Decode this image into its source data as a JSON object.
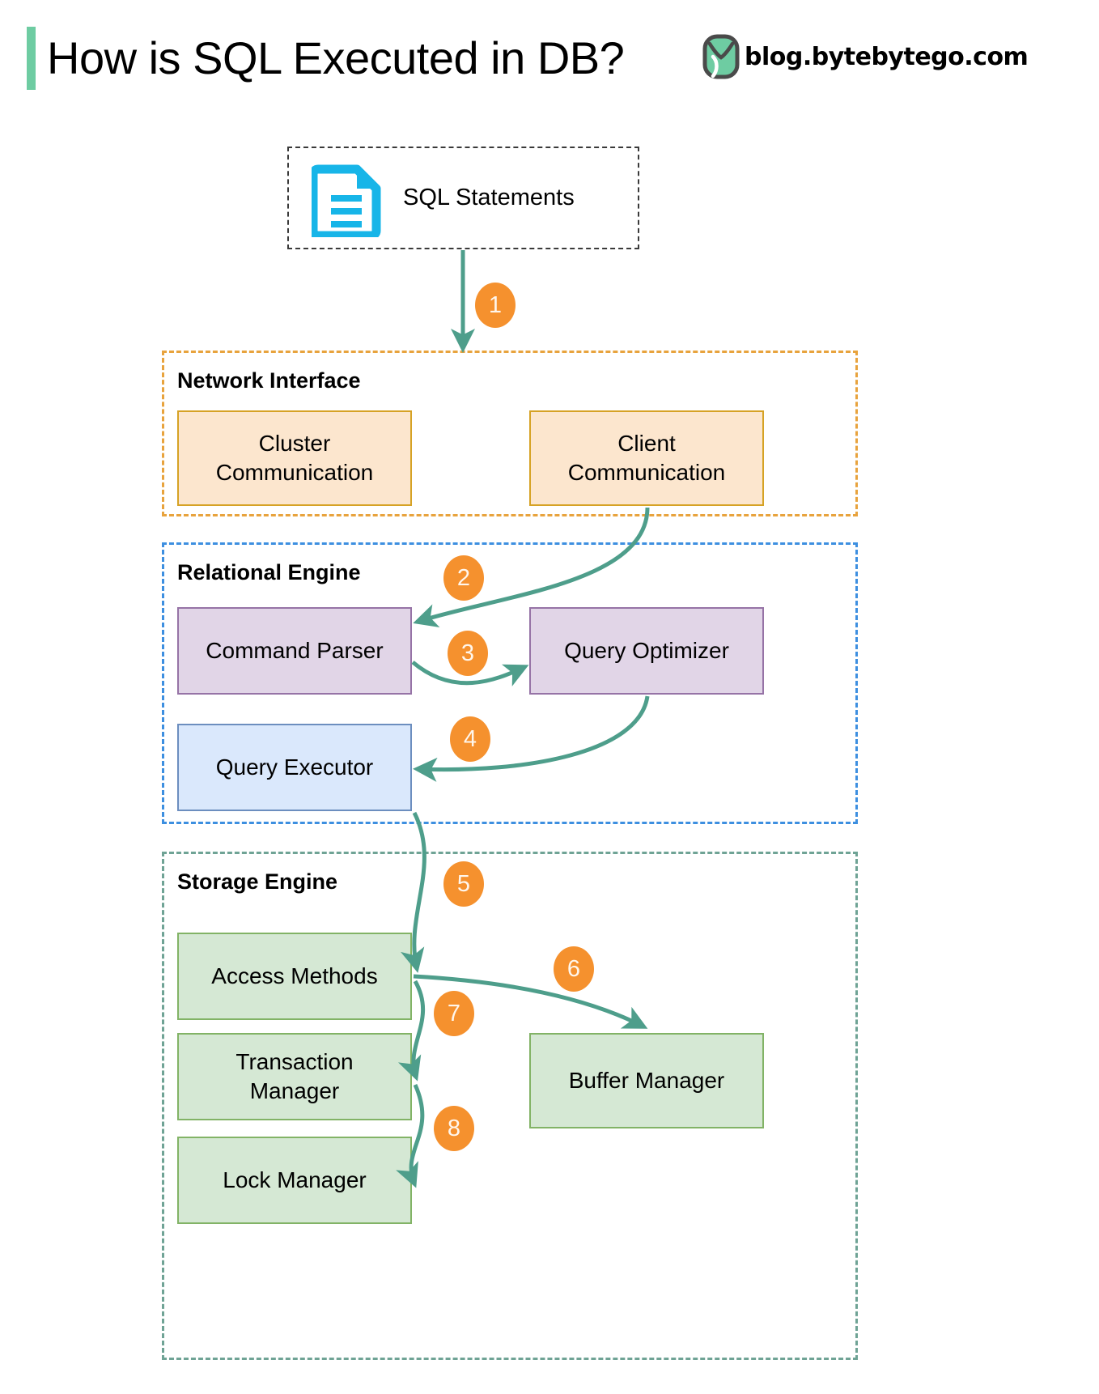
{
  "header": {
    "title": "How is SQL Executed in DB?",
    "brand_text": "blog.bytebytego.com",
    "brand_logo_icon": "bytebytego-logo-icon",
    "accent_color": "#6ECCA2"
  },
  "source": {
    "label": "SQL Statements",
    "icon": "document-lines-icon",
    "icon_color": "#17B5E8",
    "border_style": "dashed"
  },
  "groups": [
    {
      "id": "network",
      "label": "Network Interface",
      "border_color": "#E8A33D"
    },
    {
      "id": "relational",
      "label": "Relational Engine",
      "border_color": "#3D8FE0"
    },
    {
      "id": "storage",
      "label": "Storage Engine",
      "border_color": "#6FA395"
    }
  ],
  "nodes": {
    "cluster_communication": "Cluster\nCommunication",
    "cluster_communication_line1": "Cluster",
    "cluster_communication_line2": "Communication",
    "client_communication_line1": "Client",
    "client_communication_line2": "Communication",
    "command_parser": "Command Parser",
    "query_optimizer": "Query Optimizer",
    "query_executor": "Query Executor",
    "access_methods": "Access Methods",
    "transaction_manager_line1": "Transaction",
    "transaction_manager_line2": "Manager",
    "buffer_manager": "Buffer Manager",
    "lock_manager": "Lock Manager"
  },
  "steps": [
    {
      "n": "1",
      "from": "SQL Statements",
      "to": "Network Interface"
    },
    {
      "n": "2",
      "from": "Client Communication",
      "to": "Command Parser"
    },
    {
      "n": "3",
      "from": "Command Parser",
      "to": "Query Optimizer"
    },
    {
      "n": "4",
      "from": "Query Optimizer",
      "to": "Query Executor"
    },
    {
      "n": "5",
      "from": "Query Executor",
      "to": "Access Methods"
    },
    {
      "n": "6",
      "from": "Access Methods",
      "to": "Buffer Manager"
    },
    {
      "n": "7",
      "from": "Access Methods",
      "to": "Transaction Manager"
    },
    {
      "n": "8",
      "from": "Transaction Manager",
      "to": "Lock Manager"
    }
  ],
  "colors": {
    "step_bubble": "#F5912E",
    "arrow": "#4E9E8B",
    "orange_node_fill": "#FCE6CE",
    "orange_node_stroke": "#D6A225",
    "purple_node_fill": "#E1D5E7",
    "purple_node_stroke": "#9673A6",
    "blue_node_fill": "#DAE8FC",
    "blue_node_stroke": "#6C8EBF",
    "green_node_fill": "#D5E8D4",
    "green_node_stroke": "#82B366"
  }
}
